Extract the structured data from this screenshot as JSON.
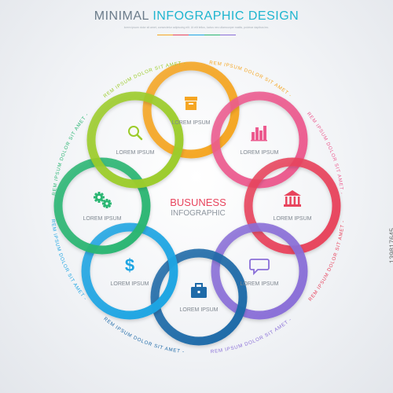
{
  "header": {
    "title_part1": "MINIMAL ",
    "title_part2": "INFOGRAPHIC DESIGN",
    "subtitle": "lorem ipsum dolor sit amet, consectetur adipiscing elit. Ut elit tellus, luctus nec ullamcorper mattis, pulvinar dapibus leo."
  },
  "center": {
    "line1": "BUSUNESS",
    "line2": "INFOGRAPHIC"
  },
  "colors": {
    "orange": "#f5a623",
    "pink": "#ec5b8f",
    "red": "#e8445d",
    "purple": "#8a6fd8",
    "navy": "#1e6aa8",
    "blue": "#1ea5e3",
    "green": "#2bb673",
    "lime": "#9ccc2a",
    "title_accent": "#1fb5cf"
  },
  "steps": [
    {
      "id": "01",
      "color": "#f5a623",
      "icon": "box-icon",
      "label": "LOREM IPSUM",
      "arc_text": "LOREM IPSUM DOLOR SIT AMET - 01"
    },
    {
      "id": "02",
      "color": "#ec5b8f",
      "icon": "bar-chart-icon",
      "label": "LOREM IPSUM",
      "arc_text": "LOREM IPSUM DOLOR SIT AMET - 02"
    },
    {
      "id": "03",
      "color": "#e8445d",
      "icon": "bank-icon",
      "label": "LOREM IPSUM",
      "arc_text": "LOREM IPSUM DOLOR SIT AMET - 03"
    },
    {
      "id": "04",
      "color": "#8a6fd8",
      "icon": "chat-bubble-icon",
      "label": "LOREM IPSUM",
      "arc_text": "LOREM IPSUM DOLOR SIT AMET - 04"
    },
    {
      "id": "05",
      "color": "#1e6aa8",
      "icon": "briefcase-icon",
      "label": "LOREM IPSUM",
      "arc_text": "LOREM IPSUM DOLOR SIT AMET - 05"
    },
    {
      "id": "06",
      "color": "#1ea5e3",
      "icon": "dollar-icon",
      "label": "LOREM IPSUM",
      "arc_text": "LOREM IPSUM DOLOR SIT AMET - 06"
    },
    {
      "id": "07",
      "color": "#2bb673",
      "icon": "gears-icon",
      "label": "LOREM IPSUM",
      "arc_text": "LOREM IPSUM DOLOR SIT AMET - 07"
    },
    {
      "id": "08",
      "color": "#9ccc2a",
      "icon": "magnifier-icon",
      "label": "LOREM IPSUM",
      "arc_text": "LOREM IPSUM DOLOR SIT AMET - 08"
    }
  ],
  "watermark_id": "139817645"
}
